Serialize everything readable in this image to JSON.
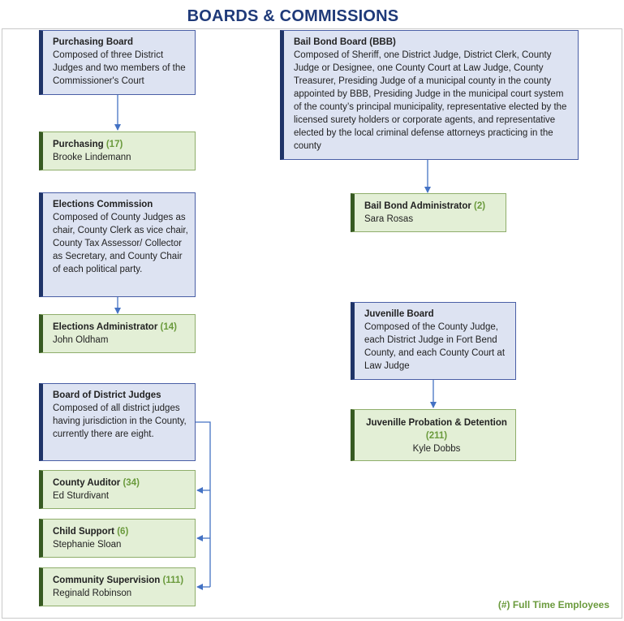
{
  "title": "BOARDS & COMMISSIONS",
  "legend": "(#) Full Time Employees",
  "boxes": {
    "purchasing_board": {
      "name": "Purchasing Board",
      "desc": "Composed of three District Judges and two members of the Commissioner's Court"
    },
    "purchasing": {
      "name": "Purchasing",
      "count": "(17)",
      "person": "Brooke Lindemann"
    },
    "elections_commission": {
      "name": "Elections Commission",
      "desc": "Composed of County Judges as chair, County Clerk as vice chair, County Tax Assessor/ Collector as Secretary, and County Chair of each political party."
    },
    "elections_admin": {
      "name": "Elections Administrator",
      "count": "(14)",
      "person": "John Oldham"
    },
    "district_judges": {
      "name": "Board of District Judges",
      "desc": "Composed of all district judges having jurisdiction in the County, currently there are eight."
    },
    "county_auditor": {
      "name": "County Auditor",
      "count": "(34)",
      "person": "Ed Sturdivant"
    },
    "child_support": {
      "name": "Child Support",
      "count": "(6)",
      "person": "Stephanie Sloan"
    },
    "community_supervision": {
      "name": "Community Supervision",
      "count": "(111)",
      "person": "Reginald Robinson"
    },
    "bail_bond_board": {
      "name": "Bail Bond Board (BBB)",
      "desc": "Composed of Sheriff, one District Judge, District Clerk, County Judge or Designee, one County Court at Law Judge, County Treasurer, Presiding Judge of a municipal county in the county appointed by BBB, Presiding Judge in the municipal court system of the county’s principal municipality, representative elected  by the licensed surety holders or corporate agents, and representative elected by the local criminal defense attorneys practicing in the county"
    },
    "bail_bond_admin": {
      "name": "Bail Bond Administrator",
      "count": "(2)",
      "person": "Sara Rosas"
    },
    "juvenile_board": {
      "name": "Juvenille Board",
      "desc": "Composed of the County Judge, each District Judge in Fort Bend County, and each County Court at Law Judge"
    },
    "juvenile_probation": {
      "name": "Juvenille Probation & Detention",
      "count": "(211)",
      "person": "Kyle Dobbs"
    }
  },
  "colors": {
    "title": "#1f3a79",
    "board_fill": "#dde3f2",
    "board_accent": "#1f3468",
    "dept_fill": "#e3efd6",
    "dept_accent": "#375a22",
    "count_green": "#6a9a3c",
    "connector": "#4472c4"
  }
}
